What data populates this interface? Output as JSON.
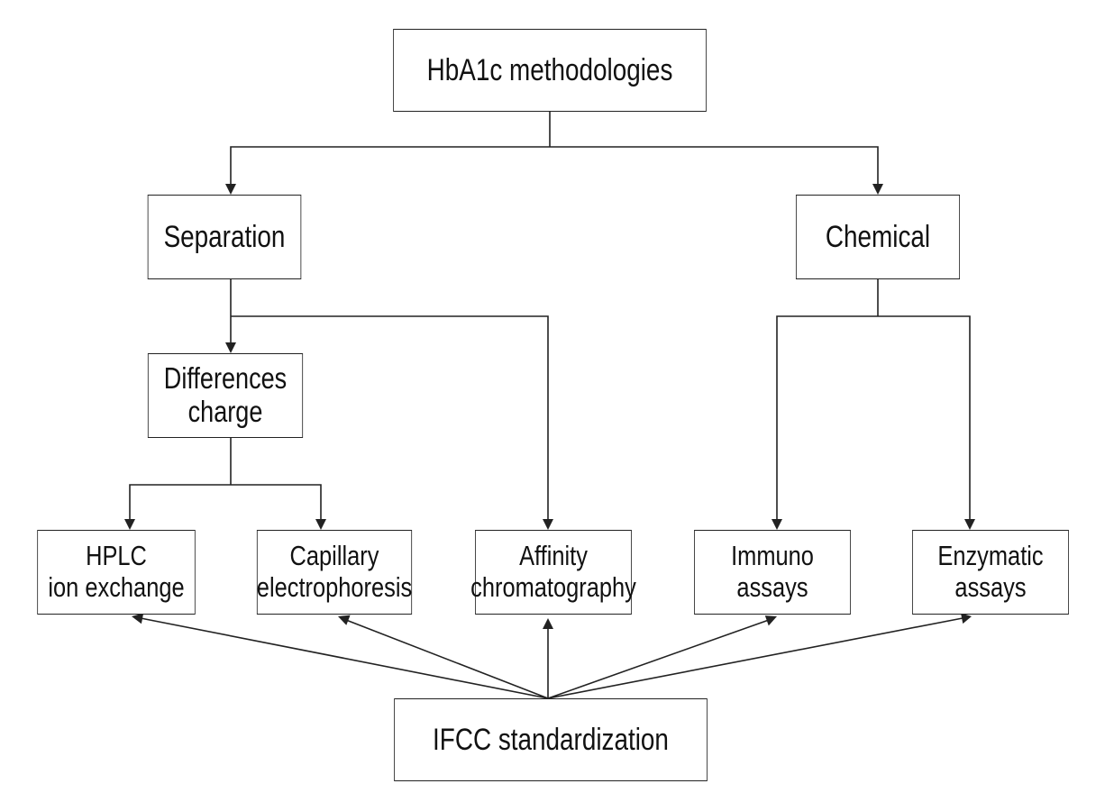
{
  "nodes": {
    "root": {
      "line1": "HbA1c methodologies"
    },
    "separation": {
      "line1": "Separation"
    },
    "chemical": {
      "line1": "Chemical"
    },
    "differences": {
      "line1": "Differences",
      "line2": "charge"
    },
    "hplc": {
      "line1": "HPLC",
      "line2": "ion exchange"
    },
    "capillary": {
      "line1": "Capillary",
      "line2": "electrophoresis"
    },
    "affinity": {
      "line1": "Affinity",
      "line2": "chromatography"
    },
    "immuno": {
      "line1": "Immuno",
      "line2": "assays"
    },
    "enzymatic": {
      "line1": "Enzymatic",
      "line2": "assays"
    },
    "ifcc": {
      "line1": "IFCC standardization"
    }
  }
}
